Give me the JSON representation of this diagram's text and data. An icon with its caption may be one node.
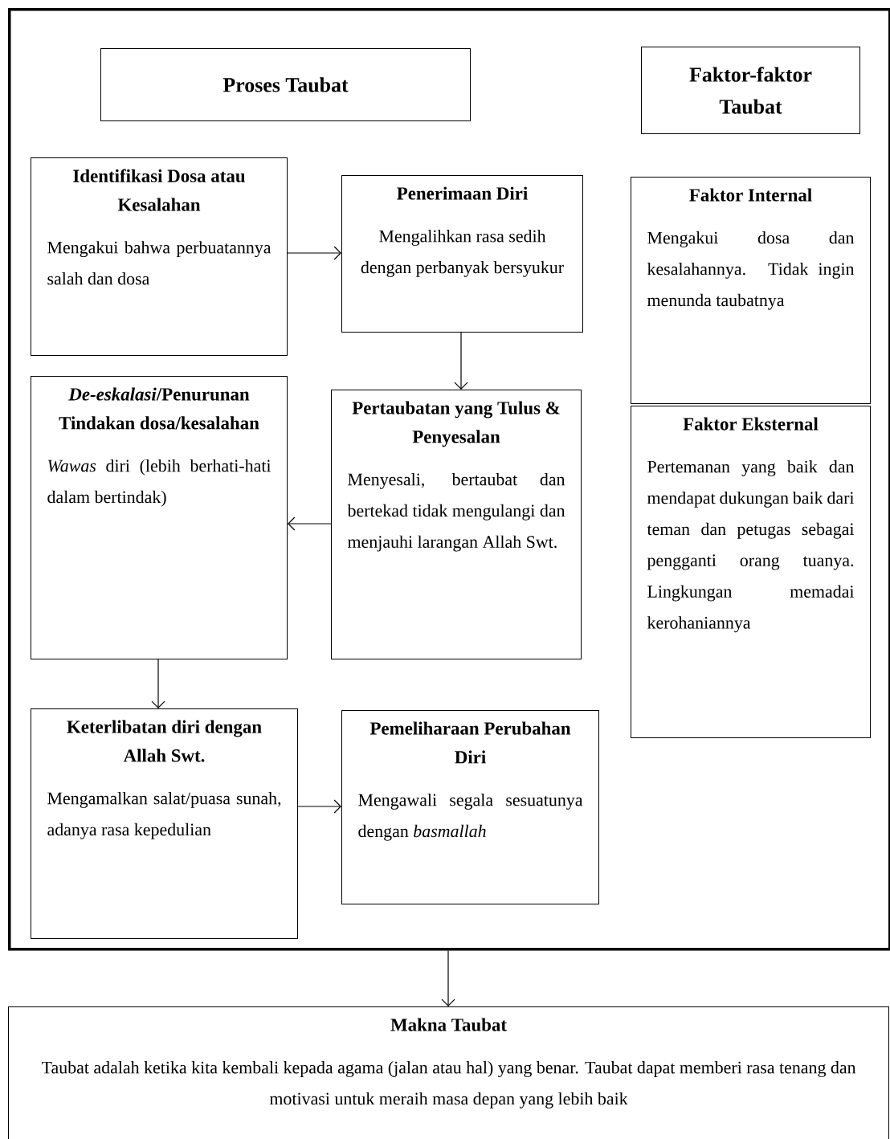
{
  "diagram": {
    "nodes": [
      {
        "text": [],
        "shape": "box"
      },
      {
        "text": [
          "Proses Taubat"
        ],
        "in": 0
      },
      {
        "text": [
          "Faktor-faktor Taubat"
        ],
        "in": 0
      },
      {
        "text": [
          "Identifikasi Dosa atau Kesalahan",
          "Mengakui bahwa perbuatannya salah dan dosa"
        ],
        "in": 0
      },
      {
        "text": [
          "Penerimaan Diri",
          "Mengalihkan rasa sedih dengan perbanyak bersyukur"
        ],
        "in": 0
      },
      {
        "text": [
          "Faktor Internal",
          "Mengakui dosa dan kesalahannya. Tidak ingin menunda taubatnya"
        ],
        "in": 0
      },
      {
        "text": [
          "Faktor Eksternal",
          "Pertemanan yang baik dan mendapat dukungan baik dari teman dan petugas sebagai pengganti orang tuanya. Lingkungan memadai kerohaniannya"
        ],
        "in": 0
      },
      {
        "text": [
          "*De-eskalasi*/Penurunan Tindakan dosa/kesalahan",
          "*Wawas* diri (lebih berhati-hati dalam bertindak)"
        ],
        "in": 0
      },
      {
        "text": [
          "Pertaubatan yang Tulus & Penyesalan",
          "Menyesali, bertaubat dan bertekad tidak mengulangi dan menjauhi larangan Allah Swt."
        ],
        "in": 0
      },
      {
        "text": [
          "Keterlibatan diri dengan Allah Swt.",
          "Mengamalkan salat/puasa sunah, adanya rasa kepedulian"
        ],
        "in": 0
      },
      {
        "text": [
          "Pemeliharaan Perubahan Diri",
          "Mengawali segala sesuatunya dengan *basmallah*"
        ],
        "in": 0
      },
      {
        "text": [
          "Makna Taubat",
          "Taubat adalah ketika kita kembali kepada agama (jalan atau hal) yang benar. Taubat dapat memberi rasa tenang dan motivasi untuk meraih masa depan yang lebih baik"
        ]
      }
    ],
    "edges": [
      {
        "from": 3,
        "to": 4,
        "arrow": "to"
      },
      {
        "from": 4,
        "to": 8,
        "arrow": "to"
      },
      {
        "from": 8,
        "to": 7,
        "arrow": "to"
      },
      {
        "from": 7,
        "to": 9,
        "arrow": "to"
      },
      {
        "from": 9,
        "to": 10,
        "arrow": "to"
      },
      {
        "from": 0,
        "to": 11,
        "arrow": "to"
      }
    ]
  }
}
